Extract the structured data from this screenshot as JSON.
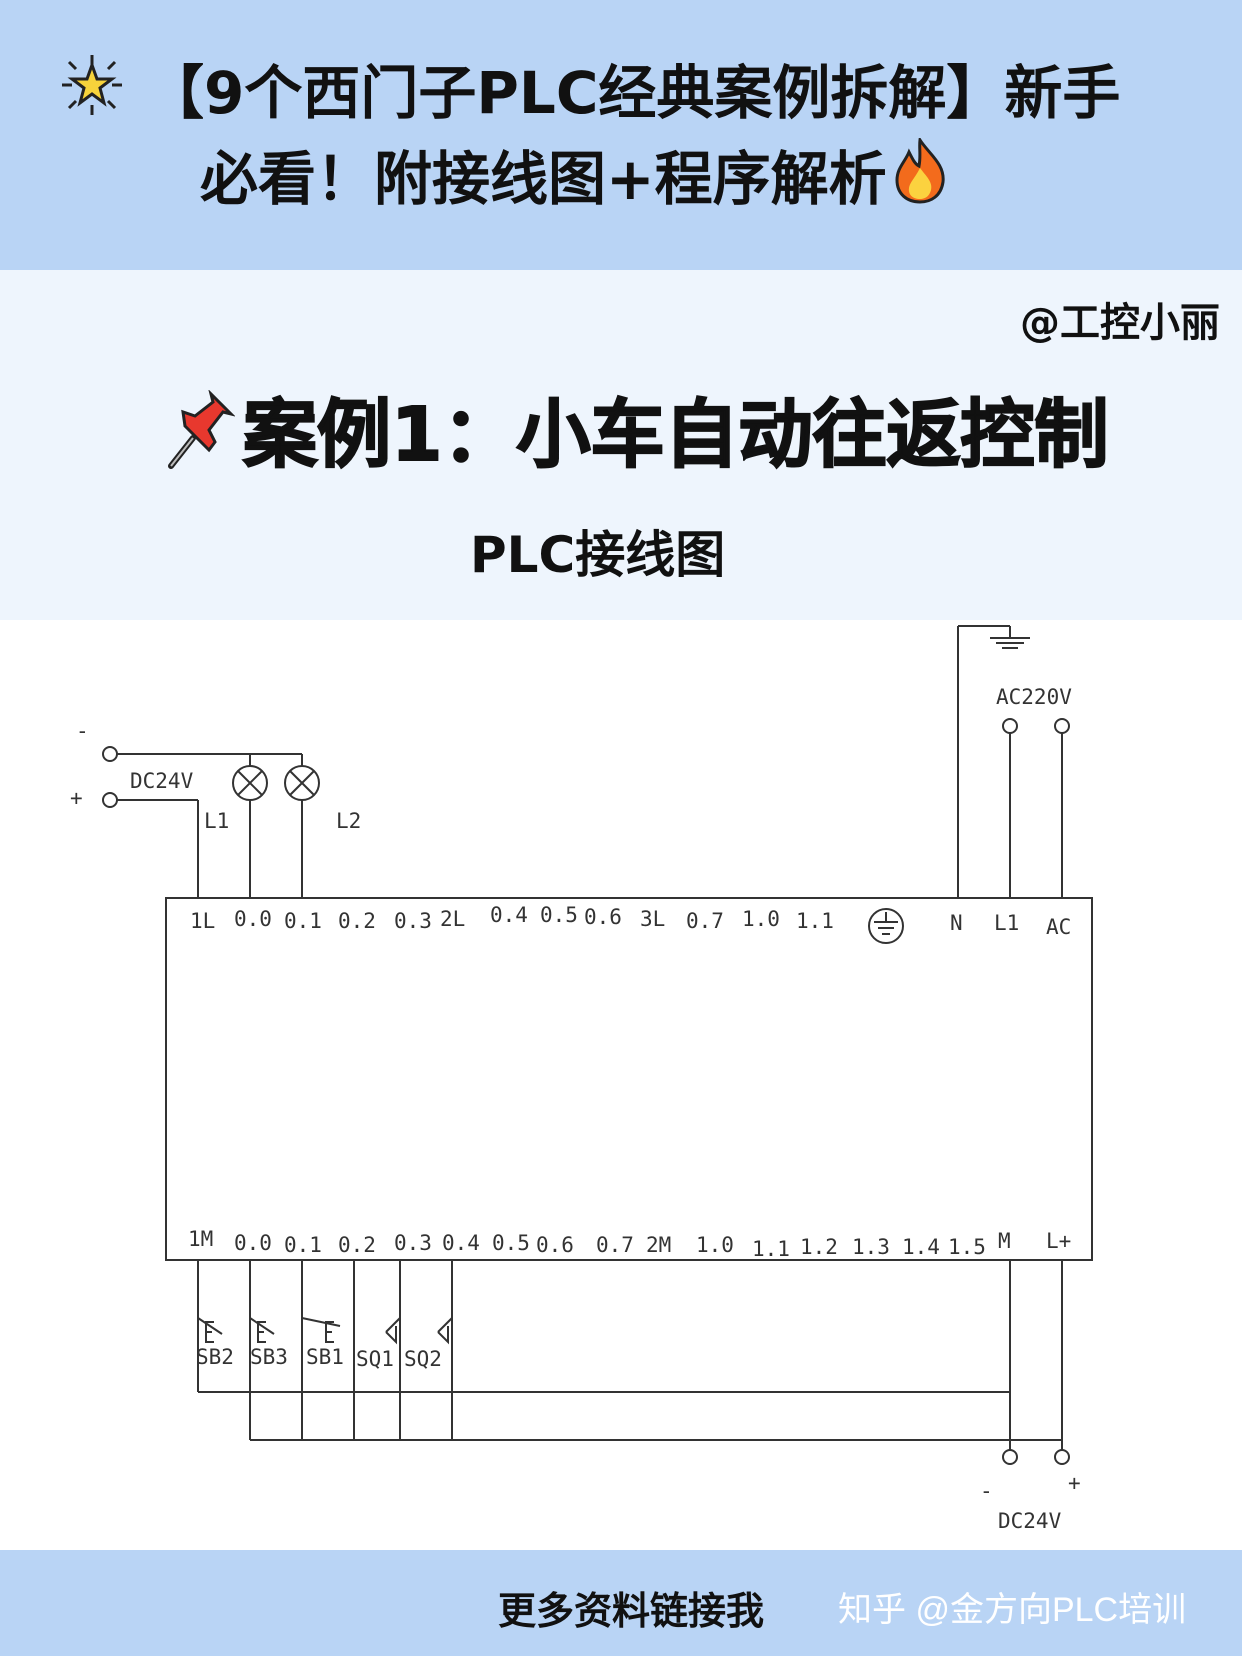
{
  "header": {
    "title_line1": "【9个西门子PLC经典案例拆解】新手",
    "title_line2": "必看！附接线图+程序解析",
    "star_icon": "star-icon",
    "flame_icon": "fire-icon"
  },
  "author": "@工控小丽",
  "case": {
    "pin_icon": "pushpin-icon",
    "title": "案例1：小车自动往返控制"
  },
  "diagram": {
    "subtitle": "PLC接线图",
    "dc_top": {
      "minus": "-",
      "plus": "+",
      "label": "DC24V"
    },
    "lamps": [
      "L1",
      "L2"
    ],
    "ac": {
      "label": "AC220V"
    },
    "top_terminals": [
      "1L",
      "0.0",
      "0.1",
      "0.2",
      "0.3",
      "2L",
      "0.4",
      "0.5",
      "0.6",
      "3L",
      "0.7",
      "1.0",
      "1.1",
      "N",
      "L1",
      "AC"
    ],
    "bottom_terminals": [
      "1M",
      "0.0",
      "0.1",
      "0.2",
      "0.3",
      "0.4",
      "0.5",
      "0.6",
      "0.7",
      "2M",
      "1.0",
      "1.1",
      "1.2",
      "1.3",
      "1.4",
      "1.5",
      "M",
      "L+"
    ],
    "inputs": [
      "SB2",
      "SB3",
      "SB1",
      "SQ1",
      "SQ2"
    ],
    "dc_bottom": {
      "minus": "-",
      "plus": "+",
      "label": "DC24V"
    }
  },
  "footer": {
    "more": "更多资料链接我",
    "watermark": "知乎 @金方向PLC培训"
  },
  "colors": {
    "band": "#b9d4f5",
    "light_band": "#eef5fd",
    "line": "#333333"
  }
}
